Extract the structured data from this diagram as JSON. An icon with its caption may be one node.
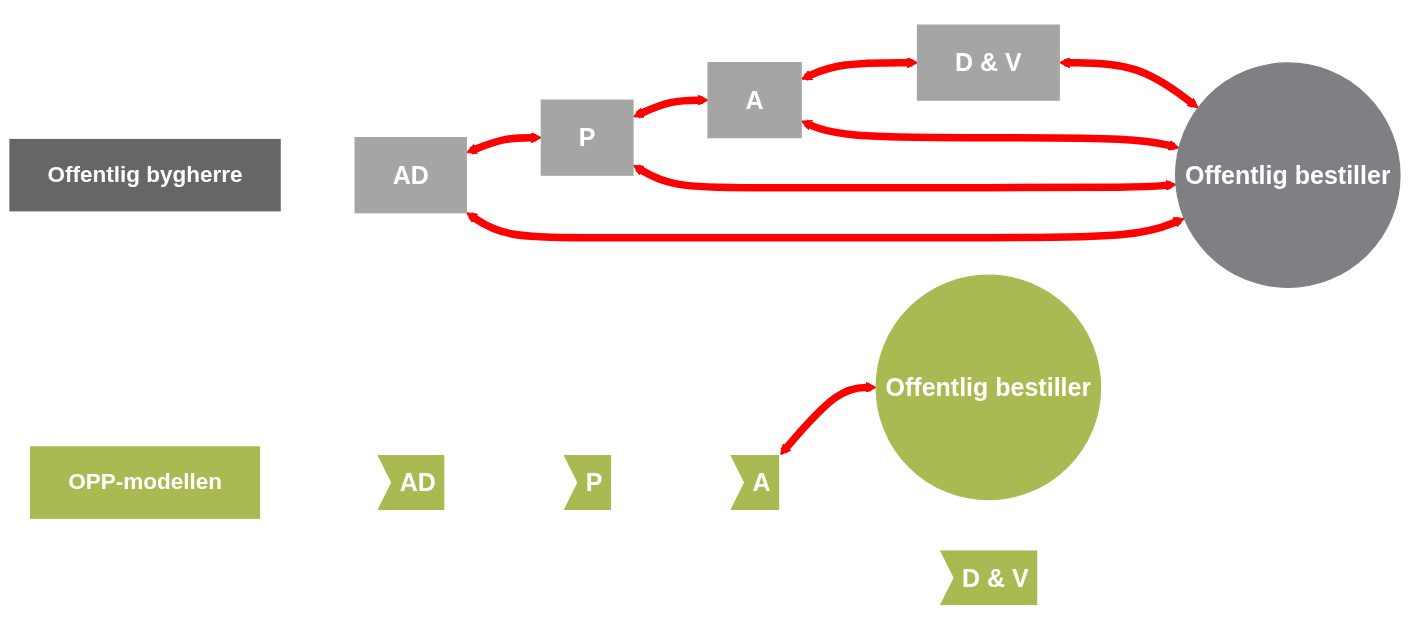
{
  "diagram": {
    "nodes": [
      {
        "text": [
          "Offentlig bygherre"
        ]
      },
      {
        "text": [
          "AD"
        ]
      },
      {
        "text": [
          "P"
        ]
      },
      {
        "text": [
          "A"
        ]
      },
      {
        "text": [
          "D & V"
        ]
      },
      {
        "text": [
          "Offentlig bestiller"
        ]
      },
      {
        "text": [
          "OPP-modellen"
        ]
      },
      {
        "text": [
          "AD"
        ]
      },
      {
        "text": [
          "P"
        ]
      },
      {
        "text": [
          "A"
        ]
      },
      {
        "text": [
          "D & V"
        ]
      },
      {
        "text": [
          "Offentlig bestiller"
        ]
      }
    ],
    "edges": [
      {
        "from": 1,
        "to": 2,
        "arrow": "both"
      },
      {
        "from": 2,
        "to": 3,
        "arrow": "both"
      },
      {
        "from": 3,
        "to": 4,
        "arrow": "both"
      },
      {
        "from": 1,
        "to": 5,
        "arrow": "both"
      },
      {
        "from": 2,
        "to": 5,
        "arrow": "both"
      },
      {
        "from": 3,
        "to": 5,
        "arrow": "both"
      },
      {
        "from": 4,
        "to": 5,
        "arrow": "both"
      },
      {
        "from": 9,
        "to": 11,
        "arrow": "both"
      }
    ]
  }
}
